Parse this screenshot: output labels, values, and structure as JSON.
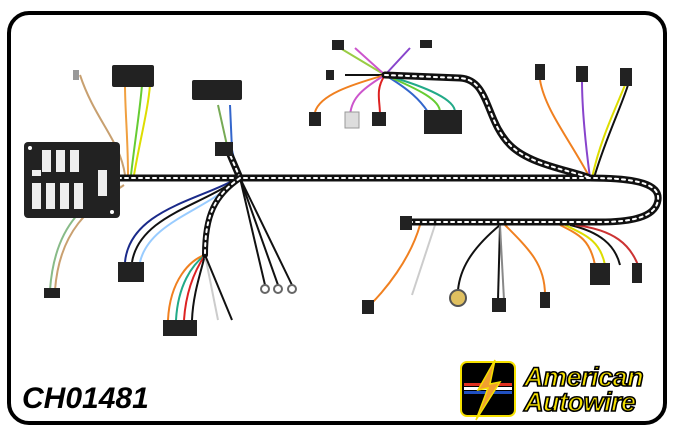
{
  "diagram": {
    "part_number": "CH01481",
    "brand": {
      "line1": "American",
      "line2": "Autowire"
    },
    "colors": {
      "harness": "#111111",
      "braid": "#ffffff",
      "logo_yellow": "#f5e000",
      "logo_red": "#e03020",
      "logo_blue": "#2050c0"
    }
  }
}
